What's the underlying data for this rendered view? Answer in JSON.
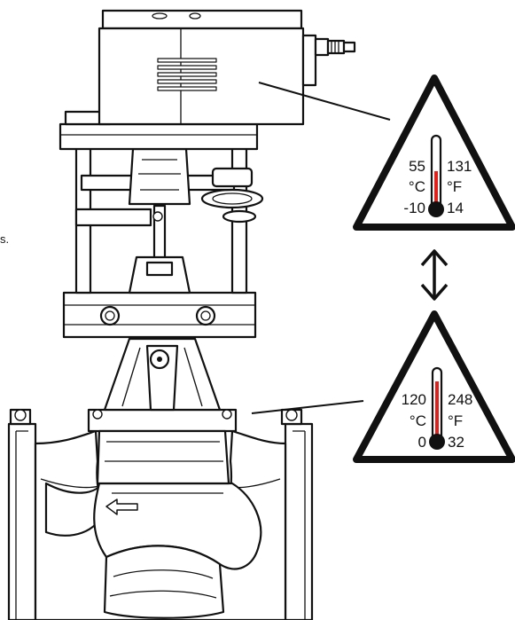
{
  "edge_text": "s.",
  "upper_label": {
    "celsius_max": "55",
    "fahrenheit_max": "131",
    "celsius_unit": "°C",
    "fahrenheit_unit": "°F",
    "celsius_min": "-10",
    "fahrenheit_min": "14"
  },
  "lower_label": {
    "celsius_max": "120",
    "fahrenheit_max": "248",
    "celsius_unit": "°C",
    "fahrenheit_unit": "°F",
    "celsius_min": "0",
    "fahrenheit_min": "32"
  },
  "colors": {
    "line": "#111111",
    "mercury": "#e0201b",
    "fill": "#ffffff"
  },
  "icons": [
    "thermometer-icon",
    "double-arrow-icon",
    "flow-arrow-icon",
    "warning-triangle-icon"
  ]
}
